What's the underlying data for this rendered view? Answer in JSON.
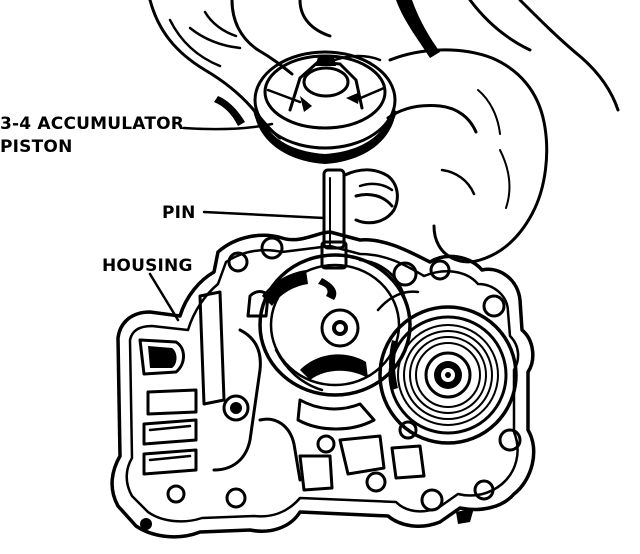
{
  "labels": {
    "piston_line1": "3-4 ACCUMULATOR",
    "piston_line2": "PISTON",
    "pin": "PIN",
    "housing": "HOUSING"
  },
  "colors": {
    "ink": "#000000",
    "paper": "#ffffff"
  }
}
